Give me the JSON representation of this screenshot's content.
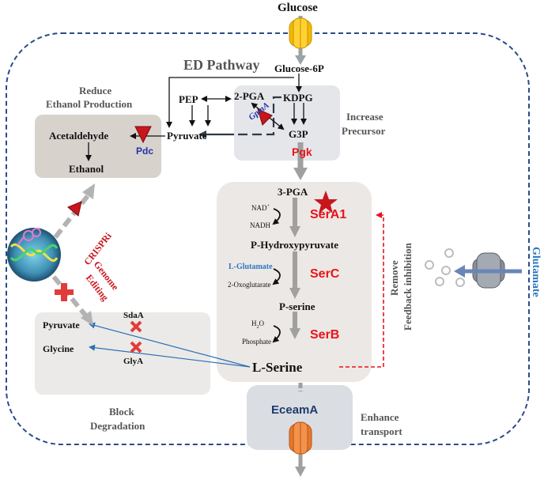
{
  "glucose_label": "Glucose",
  "ed_pathway": "ED Pathway",
  "metabolites": {
    "glucose6p": "Glucose-6P",
    "pep": "PEP",
    "pga2": "2-PGA",
    "kdpg": "KDPG",
    "pyruvate_top": "Pyruvate",
    "g3p": "G3P",
    "acetaldehyde": "Acetaldehyde",
    "ethanol": "Ethanol",
    "pga3": "3-PGA",
    "phydroxypyruvate": "P-Hydroxypyruvate",
    "pserine": "P-serine",
    "lserine": "L-Serine",
    "pyruvate_bottom": "Pyruvate",
    "glycine": "Glycine"
  },
  "cofactors": {
    "nad": "NAD",
    "nad_sup": "+",
    "nadh": "NADH",
    "lglutamate": "L-Glutamate",
    "oxoglutarate": "2-Oxoglutarate",
    "h2o_h": "H",
    "h2o_sub": "2",
    "h2o_o": "O",
    "phosphate": "Phosphate"
  },
  "enzymes": {
    "gpma": "GpmA",
    "pgk": "Pgk",
    "pdc": "Pdc",
    "sera1": "SerA1",
    "serc": "SerC",
    "serb": "SerB",
    "sdaa": "SdaA",
    "glya": "GlyA",
    "eceama": "EceamA"
  },
  "annotations": {
    "reduce_ethanol_1": "Reduce",
    "reduce_ethanol_2": "Ethanol Production",
    "increase_precursor_1": "Increase",
    "increase_precursor_2": "Precursor",
    "crispri": "CRISPRi",
    "genome_editing_1": "Genome",
    "genome_editing_2": "Editing",
    "remove_feedback_1": "Remove",
    "remove_feedback_2": "Feedback inhibition",
    "block_degradation_1": "Block",
    "block_degradation_2": "Degradation",
    "enhance_transport_1": "Enhance",
    "enhance_transport_2": "transport",
    "glutamate": "Glutamate"
  },
  "colors": {
    "membrane": "#2b4a8a",
    "enzyme_red": "#e8141a",
    "arrow_grey": "#a0a0a0",
    "glutamate_blue": "#2a78c2",
    "transporter_orange": "#e8792a",
    "glucose_transporter_yellow": "#f5b800",
    "eceama_navy": "#1f3a6e"
  }
}
